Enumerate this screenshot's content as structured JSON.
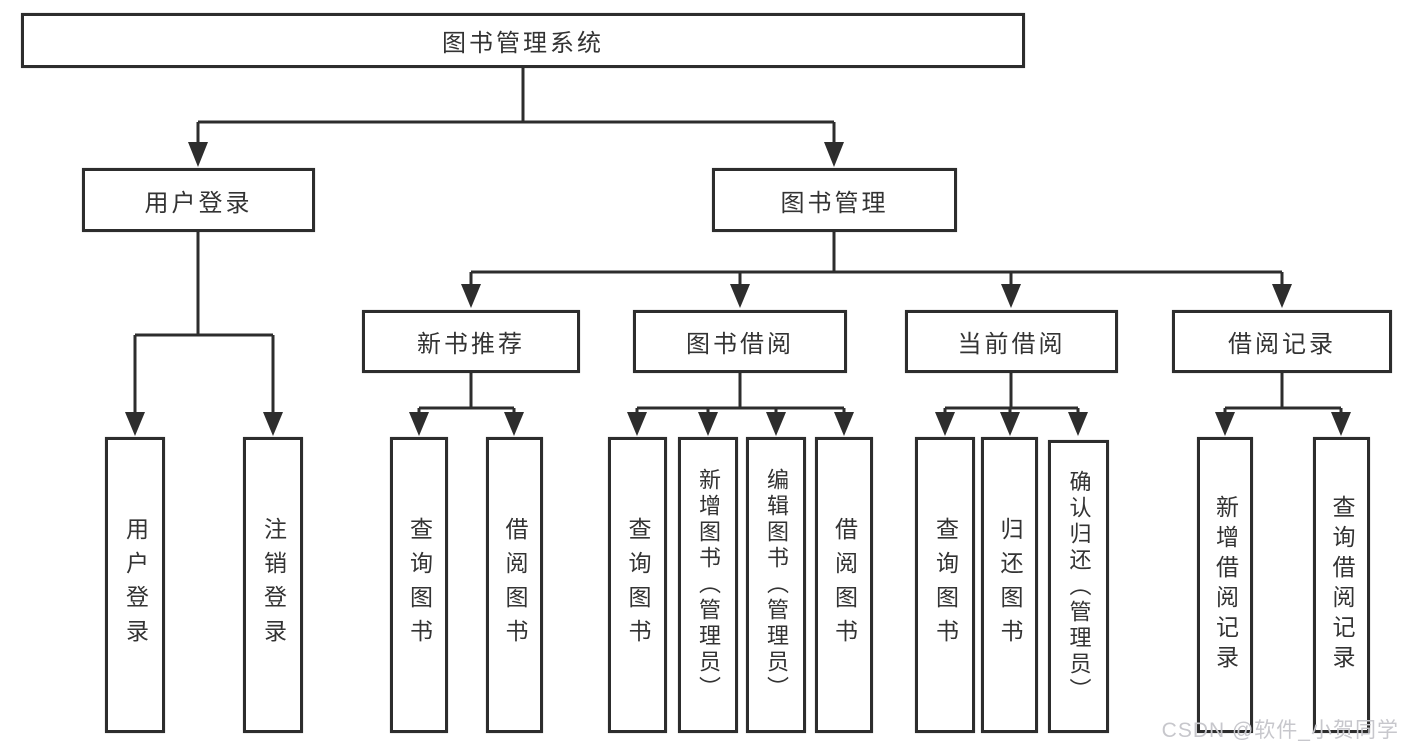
{
  "diagram_title": "图书管理系统",
  "nodes": {
    "root": {
      "label": "图书管理系统"
    },
    "user_login": {
      "label": "用户登录"
    },
    "book_management": {
      "label": "图书管理"
    },
    "new_book_recommend": {
      "label": "新书推荐"
    },
    "book_borrow": {
      "label": "图书借阅"
    },
    "current_borrow": {
      "label": "当前借阅"
    },
    "borrow_records": {
      "label": "借阅记录"
    },
    "leaf_user_login": {
      "label": "用户登录"
    },
    "leaf_logout": {
      "label": "注销登录"
    },
    "leaf_query_book_recommend": {
      "label": "查询图书"
    },
    "leaf_borrow_book_recommend": {
      "label": "借阅图书"
    },
    "leaf_query_book_borrow": {
      "label": "查询图书"
    },
    "leaf_add_book_admin": {
      "label": "新增图书（管理员）"
    },
    "leaf_edit_book_admin": {
      "label": "编辑图书（管理员）"
    },
    "leaf_borrow_book": {
      "label": "借阅图书"
    },
    "leaf_query_book_current": {
      "label": "查询图书"
    },
    "leaf_return_book": {
      "label": "归还图书"
    },
    "leaf_confirm_return_admin": {
      "label": "确认归还（管理员）"
    },
    "leaf_add_borrow_record": {
      "label": "新增借阅记录"
    },
    "leaf_query_borrow_record": {
      "label": "查询借阅记录"
    }
  },
  "hierarchy": {
    "图书管理系统": {
      "用户登录": [
        "用户登录",
        "注销登录"
      ],
      "图书管理": {
        "新书推荐": [
          "查询图书",
          "借阅图书"
        ],
        "图书借阅": [
          "查询图书",
          "新增图书（管理员）",
          "编辑图书（管理员）",
          "借阅图书"
        ],
        "当前借阅": [
          "查询图书",
          "归还图书",
          "确认归还（管理员）"
        ],
        "借阅记录": [
          "新增借阅记录",
          "查询借阅记录"
        ]
      }
    }
  },
  "watermark": {
    "text": "CSDN @软件_小贺同学"
  },
  "colors": {
    "line": "#2d2d2d",
    "text": "#333333",
    "background": "#ffffff",
    "watermark": "#c7c7cc"
  }
}
